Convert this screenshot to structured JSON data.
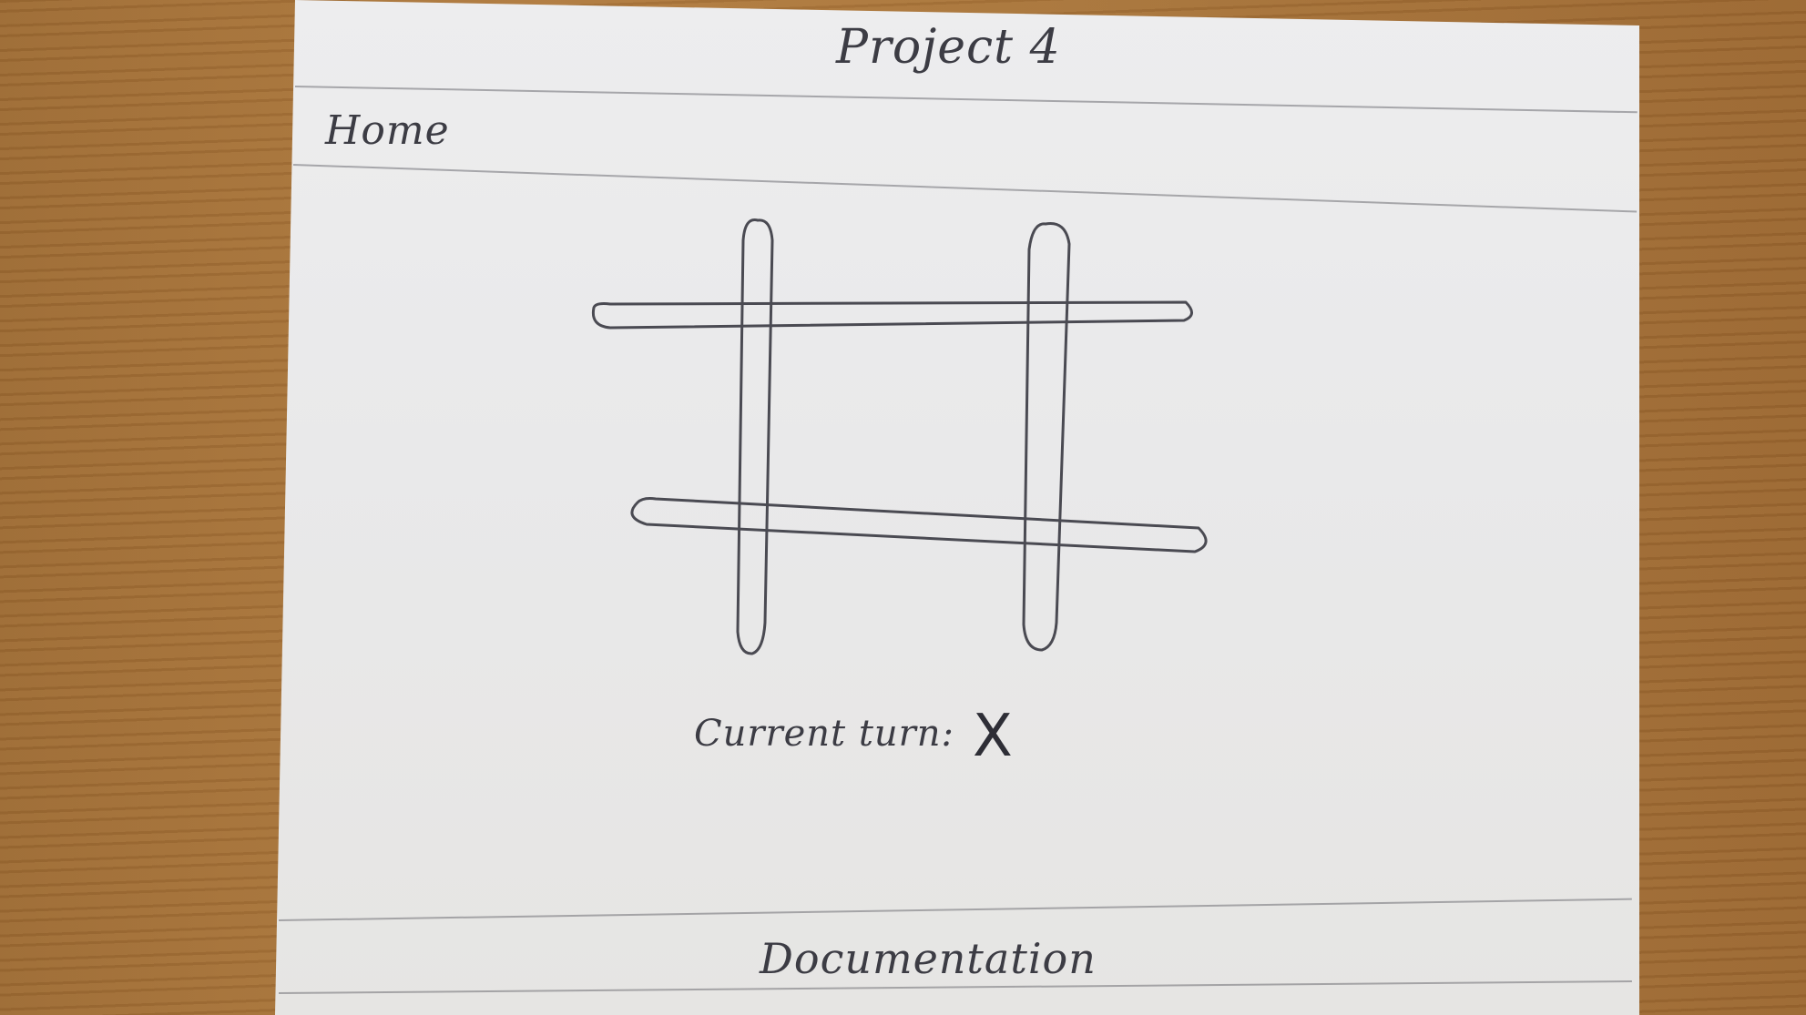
{
  "header": {
    "title": "Project 4"
  },
  "nav": {
    "home_label": "Home"
  },
  "game": {
    "turn_label": "Current turn:",
    "current_player": "X",
    "board": [
      [
        "",
        "",
        ""
      ],
      [
        "",
        "",
        ""
      ],
      [
        "",
        "",
        ""
      ]
    ]
  },
  "footer": {
    "documentation_label": "Documentation"
  }
}
